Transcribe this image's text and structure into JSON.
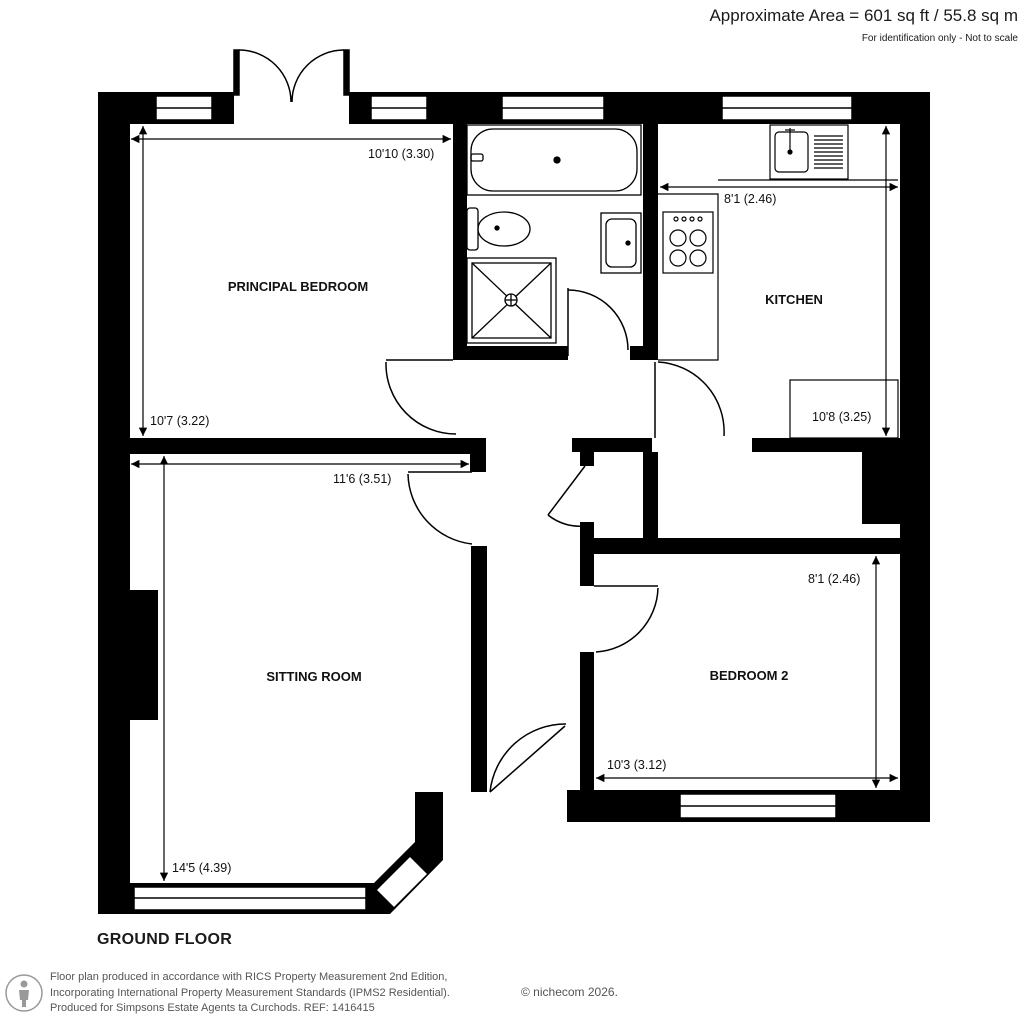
{
  "header": {
    "area_title": "Approximate Area = 601 sq ft / 55.8 sq m",
    "area_note": "For identification only - Not to scale"
  },
  "plan": {
    "floor_title": "GROUND FLOOR",
    "wall_color": "#000000",
    "rooms": [
      {
        "id": "principal-bedroom",
        "name": "PRINCIPAL BEDROOM",
        "width_dim": "10'10 (3.30)",
        "length_dim": "10'7 (3.22)"
      },
      {
        "id": "kitchen",
        "name": "KITCHEN",
        "width_dim": "8'1 (2.46)",
        "length_dim": "10'8 (3.25)"
      },
      {
        "id": "sitting-room",
        "name": "SITTING ROOM",
        "width_dim": "11'6 (3.51)",
        "length_dim": "14'5 (4.39)"
      },
      {
        "id": "bedroom-2",
        "name": "BEDROOM 2",
        "width_dim": "10'3 (3.12)",
        "length_dim": "8'1 (2.46)"
      }
    ],
    "fixtures": [
      "bath-icon",
      "toilet-icon",
      "wash-basin-icon",
      "shower-tray-icon",
      "sink-icon",
      "hob-icon"
    ]
  },
  "footer": {
    "lines": [
      "Floor plan produced in accordance with RICS Property Measurement 2nd Edition,",
      "Incorporating International Property Measurement Standards (IPMS2 Residential).",
      "Produced for Simpsons Estate Agents ta Curchods.   REF: 1416415"
    ],
    "copyright": "© nichecom 2026.",
    "logo_icon": "person-silhouette-icon"
  }
}
